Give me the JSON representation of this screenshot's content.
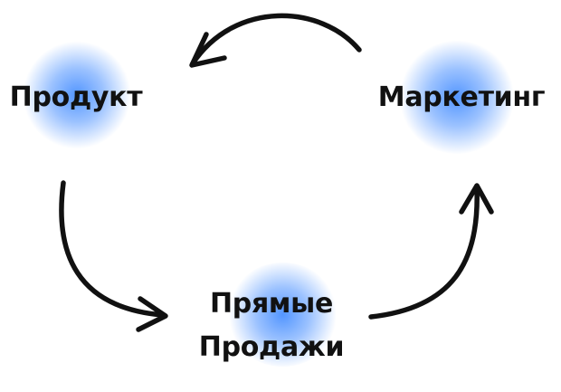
{
  "diagram": {
    "nodes": [
      {
        "id": "product",
        "label": "Продукт"
      },
      {
        "id": "marketing",
        "label": "Маркетинг"
      },
      {
        "id": "sales",
        "label_line1": "Прямые",
        "label_line2": "Продажи"
      }
    ],
    "edges": [
      {
        "from": "marketing",
        "to": "product"
      },
      {
        "from": "product",
        "to": "sales"
      },
      {
        "from": "sales",
        "to": "marketing"
      }
    ],
    "colors": {
      "glow": "#4a90ff",
      "arrow": "#111111",
      "text": "#111111"
    }
  }
}
